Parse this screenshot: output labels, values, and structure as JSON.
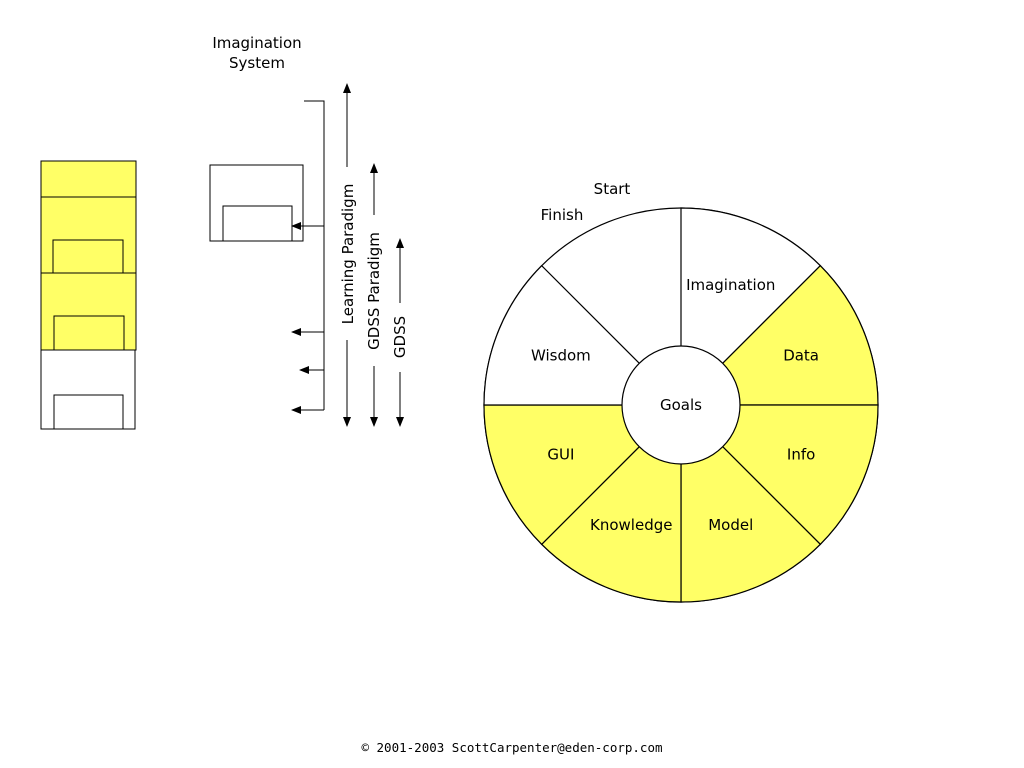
{
  "colors": {
    "highlight": "#FFFF66",
    "outline": "#000000",
    "background": "#FFFFFF"
  },
  "imagination_system": {
    "line1": "Imagination",
    "line2": "System"
  },
  "paradigms": {
    "learning": "Learning  Paradigm",
    "gdss_paradigm": "GDSS  Paradigm",
    "gdss": "GDSS"
  },
  "cycle": {
    "start_label": "Start",
    "finish_label": "Finish",
    "center_label": "Goals",
    "segments": [
      {
        "label": "Imagination",
        "highlighted": false
      },
      {
        "label": "Data",
        "highlighted": true
      },
      {
        "label": "Info",
        "highlighted": true
      },
      {
        "label": "Model",
        "highlighted": true
      },
      {
        "label": "Knowledge",
        "highlighted": true
      },
      {
        "label": "GUI",
        "highlighted": true
      },
      {
        "label": "Wisdom",
        "highlighted": false
      }
    ]
  },
  "footer": {
    "copyright": "© 2001-2003 ScottCarpenter@eden-corp.com"
  }
}
